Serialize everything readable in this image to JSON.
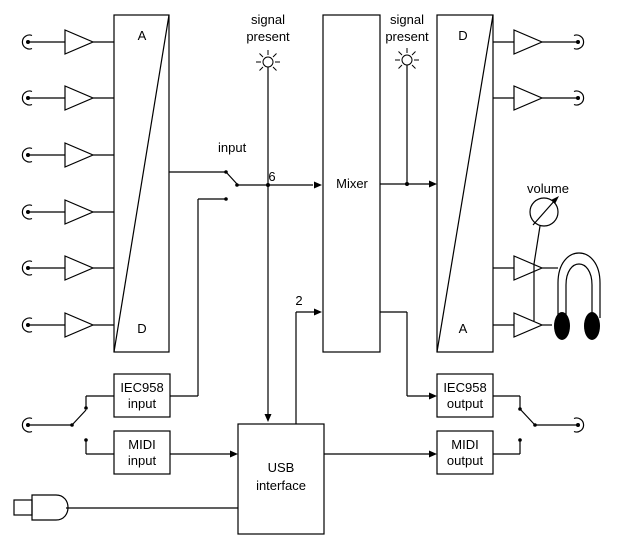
{
  "labels": {
    "signal_present_left": [
      "signal",
      "present"
    ],
    "signal_present_right": [
      "signal",
      "present"
    ],
    "adc_top": "A",
    "adc_bottom": "D",
    "dac_top": "D",
    "dac_bottom": "A",
    "input": "input",
    "channels_in": "6",
    "channels_usb": "2",
    "mixer": "Mixer",
    "volume": "volume",
    "iec958_input": [
      "IEC958",
      "input"
    ],
    "iec958_output": [
      "IEC958",
      "output"
    ],
    "midi_input": [
      "MIDI",
      "input"
    ],
    "midi_output": [
      "MIDI",
      "output"
    ],
    "usb_interface": [
      "USB",
      "interface"
    ]
  },
  "analog_inputs": 6,
  "analog_outputs": 2,
  "headphone_outputs": 2
}
